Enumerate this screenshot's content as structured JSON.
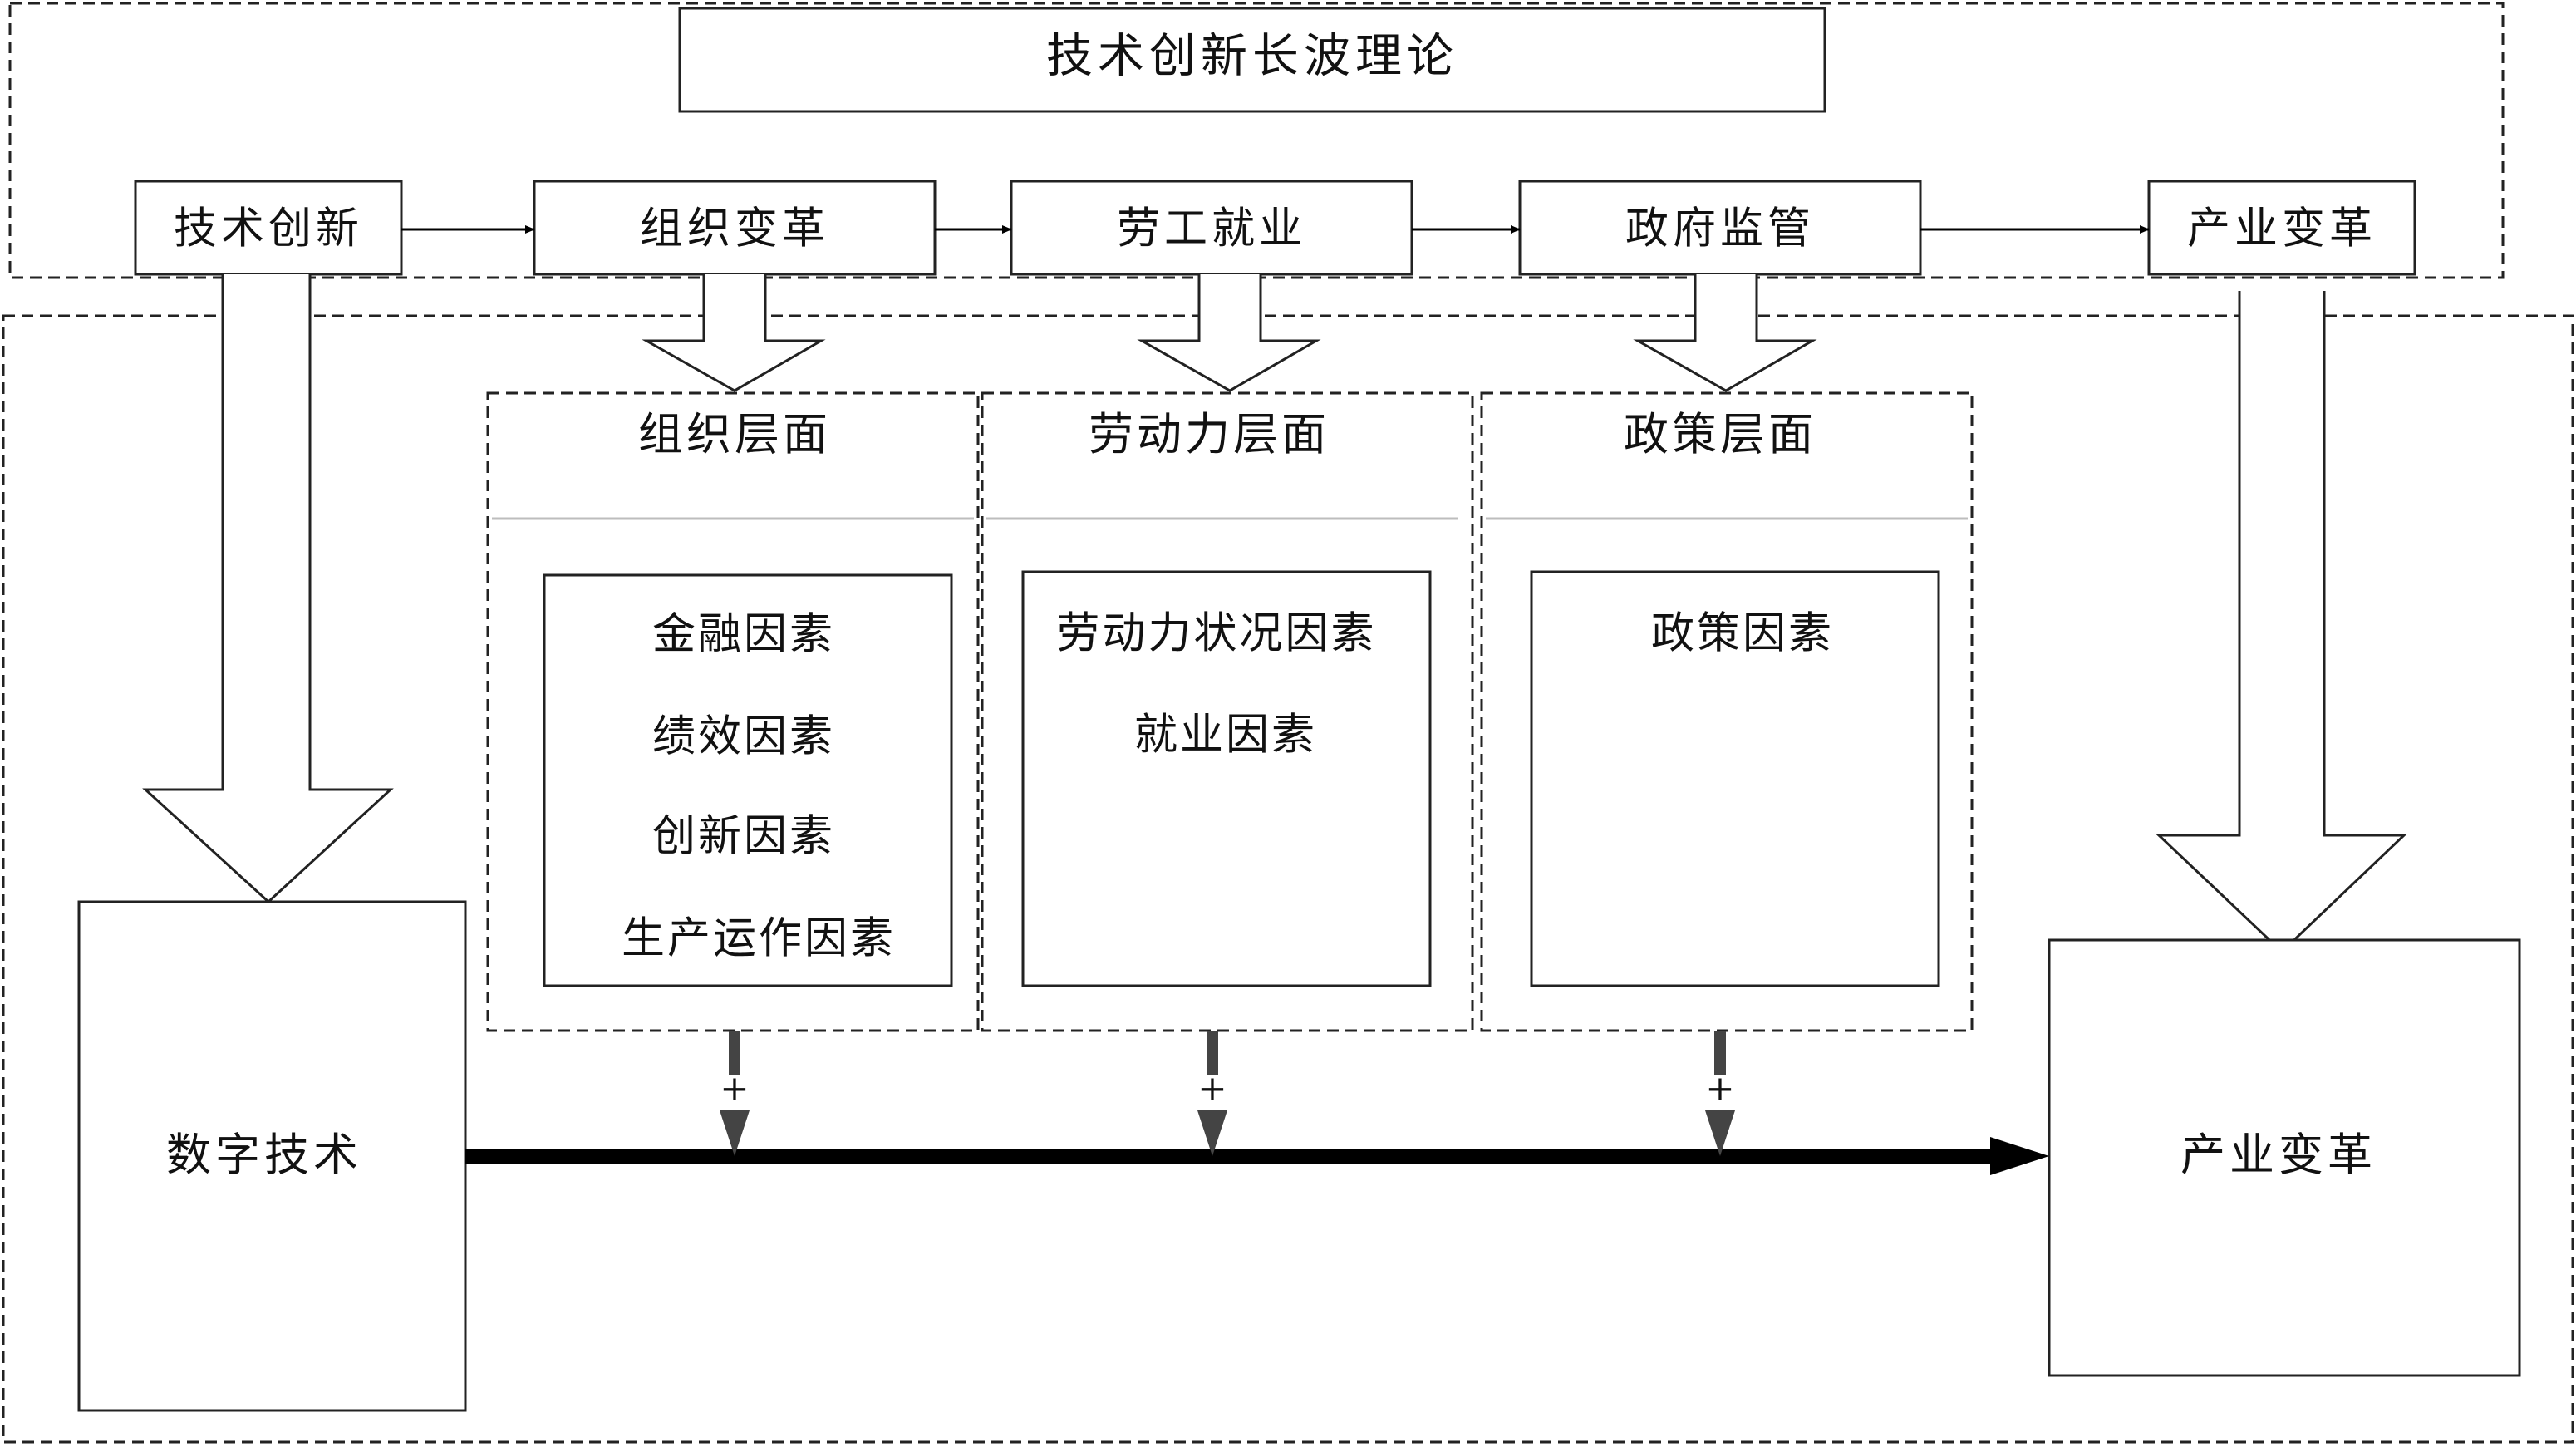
{
  "theory_title": "技术创新长波理论",
  "chain": [
    {
      "id": "tech",
      "label": "技术创新"
    },
    {
      "id": "org",
      "label": "组织变革"
    },
    {
      "id": "labor",
      "label": "劳工就业"
    },
    {
      "id": "gov",
      "label": "政府监管"
    },
    {
      "id": "industry",
      "label": "产业变革"
    }
  ],
  "levels": [
    {
      "id": "org",
      "title": "组织层面",
      "factors": [
        "金融因素",
        "绩效因素",
        "创新因素",
        "生产运作因素"
      ]
    },
    {
      "id": "labor",
      "title": "劳动力层面",
      "factors": [
        "劳动力状况因素",
        "就业因素"
      ]
    },
    {
      "id": "policy",
      "title": "政策层面",
      "factors": [
        "政策因素"
      ]
    }
  ],
  "digital_tech": "数字技术",
  "industry_change": "产业变革",
  "moderator_sign": "+"
}
